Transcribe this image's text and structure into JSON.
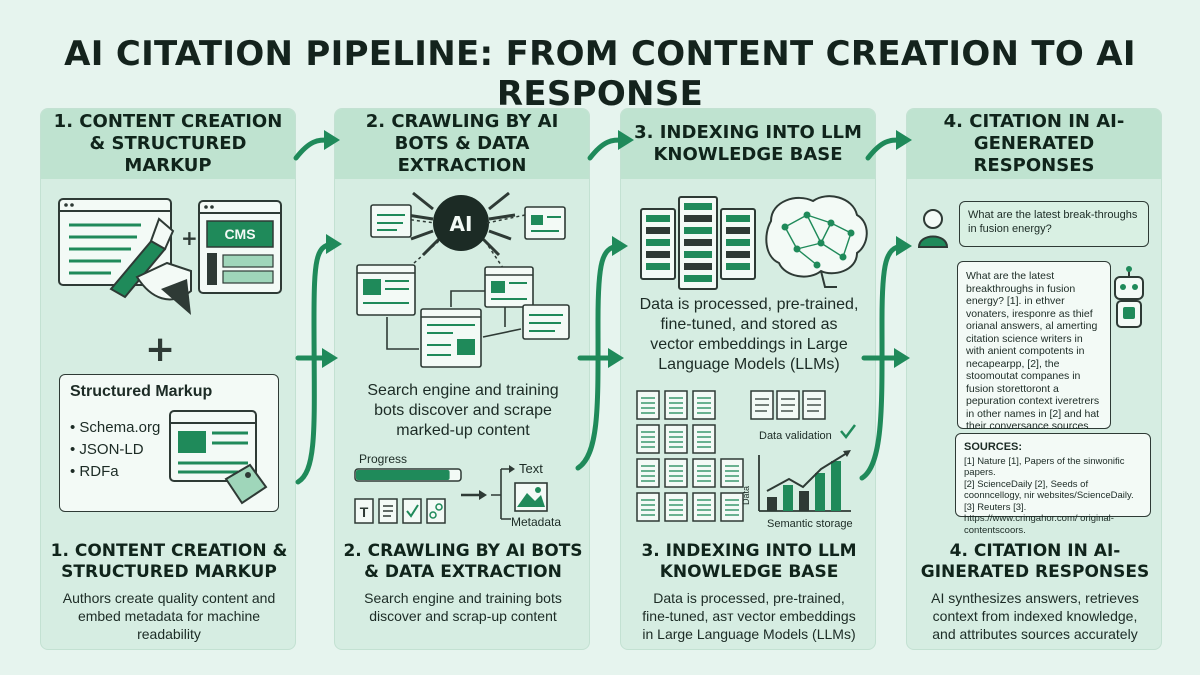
{
  "title": "AI CITATION PIPELINE: FROM CONTENT CREATION TO AI RESPONSE",
  "colors": {
    "background": "#e6f4ee",
    "panel": "#d6ede2",
    "header": "#bfe3d0",
    "accent": "#1f8a5a",
    "ink": "#2e3a35"
  },
  "stages": [
    {
      "header": "1. CONTENT CREATION & STRUCTURED MARKUP",
      "cms_label": "CMS",
      "markup": {
        "title": "Structured Markup",
        "items": [
          "• Schema.org",
          "• JSON-LD",
          "• RDFa"
        ]
      },
      "sub_title": "1. CONTENT CREATION & STRUCTURED MARKUP",
      "description": "Authors create quality content and embed metadata for machine readability"
    },
    {
      "header": "2. CRAWLING BY AI BOTS & DATA EXTRACTION",
      "bot_label": "AI",
      "mid_text": "Search engine and training bots discover and scrape marked-up content",
      "progress_label": "Progress",
      "progress_value": 0.9,
      "out_text": "Text",
      "out_metadata": "Metadata",
      "sub_title": "2. CRAWLING BY AI BOTS & DATA EXTRACTION",
      "description": "Search engine and training bots discover and scrap-up content"
    },
    {
      "header": "3. INDEXING INTO LLM KNOWLEDGE BASE",
      "mid_text": "Data is processed, pre-trained, fine-tuned, and stored as vector embeddings in Large Language Models (LLMs)",
      "validation_label": "Data validation",
      "axis_label": "Data",
      "storage_label": "Semantic storage",
      "sub_title": "3. INDEXING INTO LLM KNOWLEDGE BASE",
      "description": "Data is processed, pre-trained, fine-tuned, asт vector embeddings in Large Language Models (LLMs)"
    },
    {
      "header": "4. CITATION IN AI-GENERATED RESPONSES",
      "question": "What are the latest break-throughs in fusion energy?",
      "answer": "What are the latest breakthroughs in fusion energy? [1]. in ethver vonaters, iresponre as thief orianal answers, al amerting citation science writers in with anient compotents in necapearpp, [2], the stoomoutat companes in fusion storettoront a pepuration context iveretrers in other names in [2] and hat their conversance sources conversation.",
      "sources_title": "SOURCES:",
      "sources": [
        "[1] Nature [1], Papers of the sinwonific papers.",
        "[2] ScienceDaily [2], Seeds of coonncellogy, nir websites/ScienceDaily.",
        "[3] Reuters [3]. https://www.cringahor.com/ original-contentscoors."
      ],
      "sub_title": "4. CITATION IN AI-GINERATED RESPONSES",
      "description": "AI synthesizes answers, retrieves context from indexed knowledge, and attributes sources accurately"
    }
  ]
}
